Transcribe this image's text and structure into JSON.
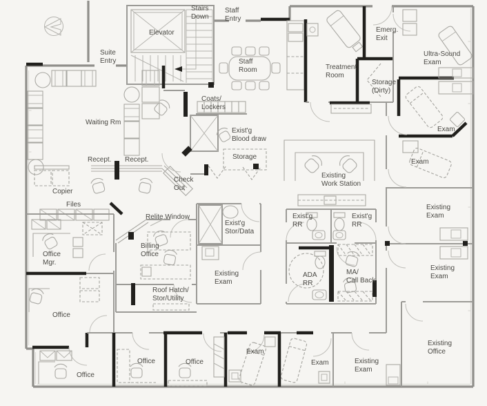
{
  "document": {
    "type": "medical-office-floor-plan",
    "colors": {
      "paper": "#f6f5f2",
      "wall_existing": "#9b9a96",
      "wall_new": "#21201d",
      "furniture": "#a9a8a3",
      "label_text": "#4a4944"
    }
  },
  "labels": {
    "stairs_down": "Stairs\nDown",
    "staff_entry": "Staff\nEntry",
    "suite_entry": "Suite\nEntry",
    "elevator": "Elevator",
    "staff_room": "Staff\nRoom",
    "emerg_exit": "Emerg.\nExit",
    "treatment_room": "Treatment\nRoom",
    "storage_dirty": "Storage\n(Dirty)",
    "ultra_sound_exam": "Ultra-Sound\nExam",
    "waiting_rm": "Waiting Rm",
    "coats_lockers": "Coats/\nLockers",
    "existg_blood_draw": "Exist'g\nBlood draw",
    "storage": "Storage",
    "recept_1": "Recept.",
    "recept_2": "Recept.",
    "check_out": "Check\nOut",
    "copier": "Copier",
    "existing_work_station": "Existing\nWork Station",
    "exam_ne_1": "Exam",
    "exam_ne_2": "Exam",
    "existing_exam_e1": "Existing\nExam",
    "existing_exam_e2": "Existing\nExam",
    "files": "Files",
    "office_mgr": "Office\nMgr.",
    "relite_window": "Relite Window",
    "billing_office": "Billing\nOffice",
    "existg_stor_data": "Exist'g\nStor/Data",
    "existing_exam_mid": "Existing\nExam",
    "existg_rr_1": "Exist'g\nRR",
    "existg_rr_2": "Exist'g\nRR",
    "ada_rr": "ADA\nRR",
    "ma_call_back": "MA/\nCall Back",
    "roof_hatch": "Roof Hatch/\nStor/Utility",
    "office_west": "Office",
    "office_b1": "Office",
    "office_b2": "Office",
    "office_b3": "Office",
    "exam_b1": "Exam",
    "exam_b2": "Exam",
    "existing_exam_b": "Existing\nExam",
    "existing_office": "Existing\nOffice"
  }
}
